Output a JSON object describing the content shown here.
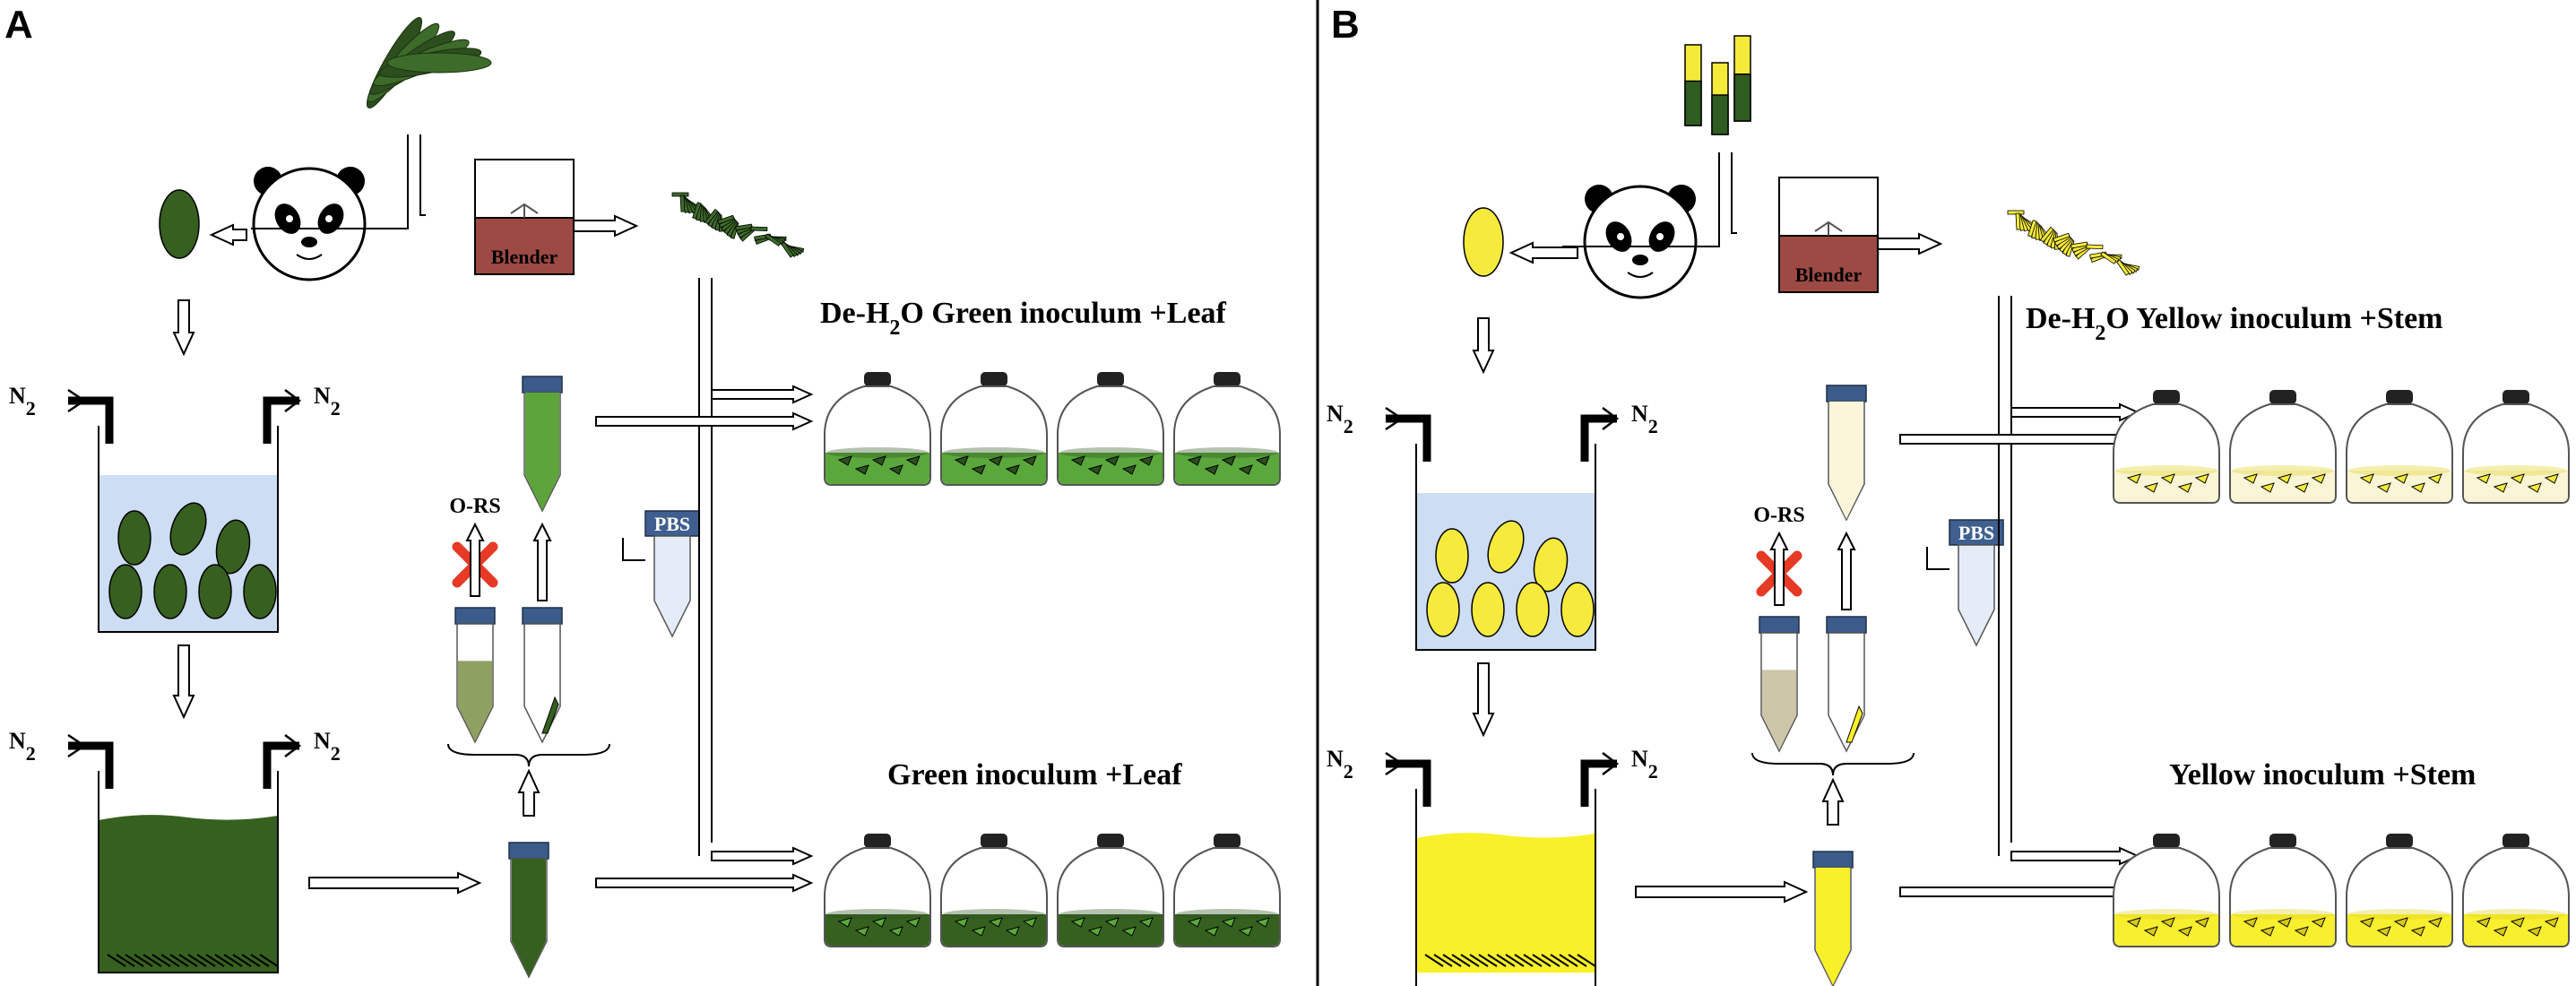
{
  "panels": [
    {
      "letter": "A",
      "theme": "green",
      "colors": {
        "feed": "#3d6b2a",
        "feed_dark": "#2c4f1d",
        "fecal": "#375f1f",
        "liquid": "#36601f",
        "tube": "#5da43b",
        "waste_tube": "#8fa160",
        "bottle_liquid": "#5aa83b",
        "bottle_liquid_2": "#36601f",
        "water": "#cdddf3"
      },
      "blender": "Blender",
      "n2": "N",
      "n2_sub": "2",
      "ors": "O-RS",
      "pbs": "PBS",
      "top_label_a": "De-H",
      "top_label_sub": "2",
      "top_label_b": "O Green inoculum +Leaf",
      "bottom_label": "Green inoculum +Leaf"
    },
    {
      "letter": "B",
      "theme": "yellow",
      "colors": {
        "feed": "#f4ea3a",
        "feed_dark": "#e0d21a",
        "fecal": "#f6ea3c",
        "liquid": "#f8f029",
        "tube": "#fbf6da",
        "waste_tube": "#cdc6a8",
        "bottle_liquid": "#f9f5d5",
        "bottle_liquid_2": "#f8ef2f",
        "water": "#cdddf3"
      },
      "blender": "Blender",
      "n2": "N",
      "n2_sub": "2",
      "ors": "O-RS",
      "pbs": "PBS",
      "top_label_a": "De-H",
      "top_label_sub": "2",
      "top_label_b": "O Yellow inoculum +Stem",
      "bottom_label": "Yellow inoculum +Stem"
    }
  ],
  "accent": {
    "tube_cap": "#3b5c8a",
    "blender_base": "#9c4a43",
    "cross": "#e63a24",
    "pbs_box": "#3e5f8f"
  }
}
